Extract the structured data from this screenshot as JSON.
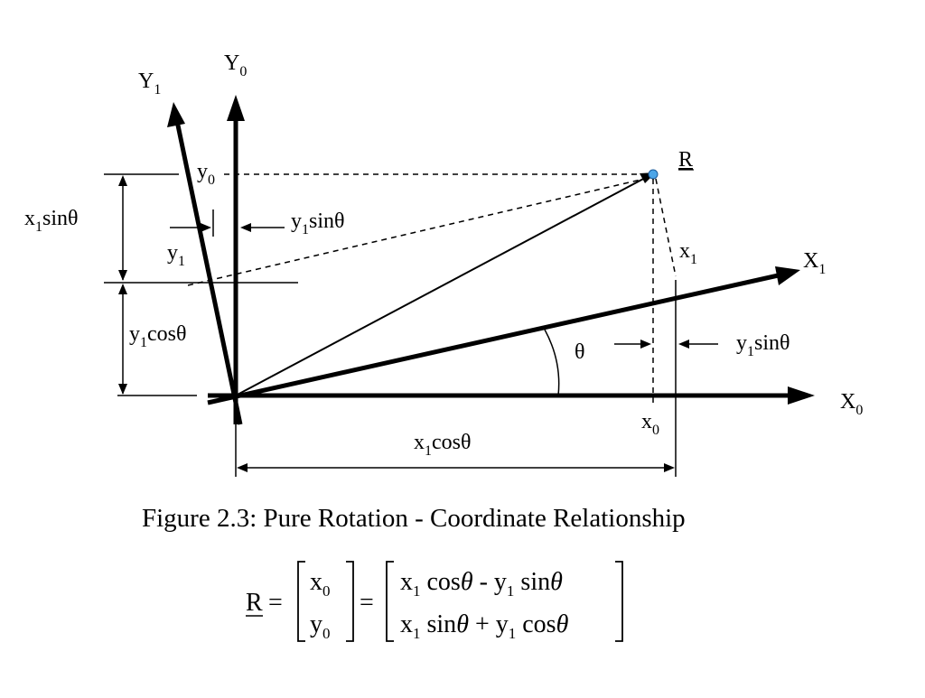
{
  "axes": {
    "y0": {
      "base": "Y",
      "sub": "0"
    },
    "y1": {
      "base": "Y",
      "sub": "1"
    },
    "x0": {
      "base": "X",
      "sub": "0"
    },
    "x1": {
      "base": "X",
      "sub": "1"
    }
  },
  "point": {
    "label": "R",
    "color": "#4da6e8"
  },
  "labels": {
    "y0_proj": {
      "base": "y",
      "sub": "0"
    },
    "x0_proj": {
      "base": "x",
      "sub": "0"
    },
    "x1_comp": {
      "base": "x",
      "sub": "1"
    },
    "y1_comp": {
      "base": "y",
      "sub": "1"
    },
    "x1_sin": {
      "a": "x",
      "sub": "1",
      "b": "sinθ"
    },
    "y1_sin_top": {
      "a": "y",
      "sub": "1",
      "b": "sinθ"
    },
    "y1_sin_right": {
      "a": "y",
      "sub": "1",
      "b": "sinθ"
    },
    "y1_cos": {
      "a": "y",
      "sub": "1",
      "b": "cosθ"
    },
    "x1_cos": {
      "a": "x",
      "sub": "1",
      "b": "cosθ"
    },
    "theta": "θ"
  },
  "caption": "Figure 2.3:  Pure Rotation - Coordinate Relationship",
  "equation": {
    "lhs": "R",
    "equals": "=",
    "vec_top": {
      "base": "x",
      "sub": "0"
    },
    "vec_bottom": {
      "base": "y",
      "sub": "0"
    },
    "row1": {
      "a": "x",
      "a_sub": "1",
      "b": " cos",
      "theta": "θ",
      "op": " - ",
      "c": "y",
      "c_sub": "1",
      "d": " sin",
      "theta2": "θ"
    },
    "row2": {
      "a": "x",
      "a_sub": "1",
      "b": " sin",
      "theta": "θ",
      "op": " + ",
      "c": "y",
      "c_sub": "1",
      "d": " cos",
      "theta2": "θ"
    }
  }
}
